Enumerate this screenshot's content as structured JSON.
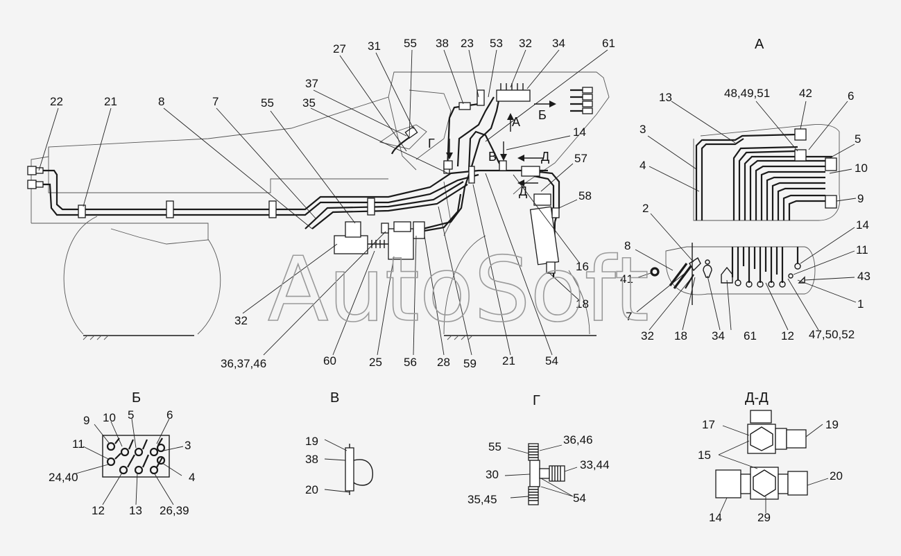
{
  "watermark": "AutoSoft",
  "views": {
    "a": "А",
    "b": "Б",
    "v": "В",
    "g": "Г",
    "dd": "Д-Д"
  },
  "arrows": {
    "g": "Г",
    "a": "А",
    "b": "Б",
    "v": "В",
    "d_top": "Д",
    "d_bottom": "Д"
  },
  "main_labels": {
    "l22": "22",
    "l21": "21",
    "l8": "8",
    "l7": "7",
    "l55a": "55",
    "l35": "35",
    "l37": "37",
    "l27": "27",
    "l31": "31",
    "l55b": "55",
    "l38": "38",
    "l23": "23",
    "l53": "53",
    "l32": "32",
    "l34": "34",
    "l61": "61",
    "l14": "14",
    "l57": "57",
    "l58": "58",
    "l16": "16",
    "l18": "18",
    "l32b": "32",
    "l364": "36,37,46",
    "l60": "60",
    "l25": "25",
    "l56": "56",
    "l28": "28",
    "l59": "59",
    "l21b": "21",
    "l54": "54"
  },
  "view_a_labels": {
    "l13": "13",
    "l484": "48,49,51",
    "l42": "42",
    "l6": "6",
    "l3": "3",
    "l5": "5",
    "l4": "4",
    "l10": "10",
    "l9": "9",
    "l2": "2",
    "l14": "14",
    "l8": "8",
    "l11": "11",
    "l41": "41",
    "l43": "43",
    "l1": "1",
    "l7": "7",
    "l32": "32",
    "l18": "18",
    "l34": "34",
    "l61": "61",
    "l12": "12",
    "l475": "47,50,52"
  },
  "view_b_labels": {
    "l9": "9",
    "l10": "10",
    "l5": "5",
    "l6": "6",
    "l11": "11",
    "l3": "3",
    "l2440": "24,40",
    "l4": "4",
    "l12": "12",
    "l13": "13",
    "l2639": "26,39"
  },
  "view_v_labels": {
    "l19": "19",
    "l38": "38",
    "l20": "20"
  },
  "view_g_labels": {
    "l55": "55",
    "l3646": "36,46",
    "l30": "30",
    "l3344": "33,44",
    "l3545": "35,45",
    "l54": "54"
  },
  "view_dd_labels": {
    "l17": "17",
    "l19": "19",
    "l15": "15",
    "l20": "20",
    "l14": "14",
    "l29": "29"
  }
}
